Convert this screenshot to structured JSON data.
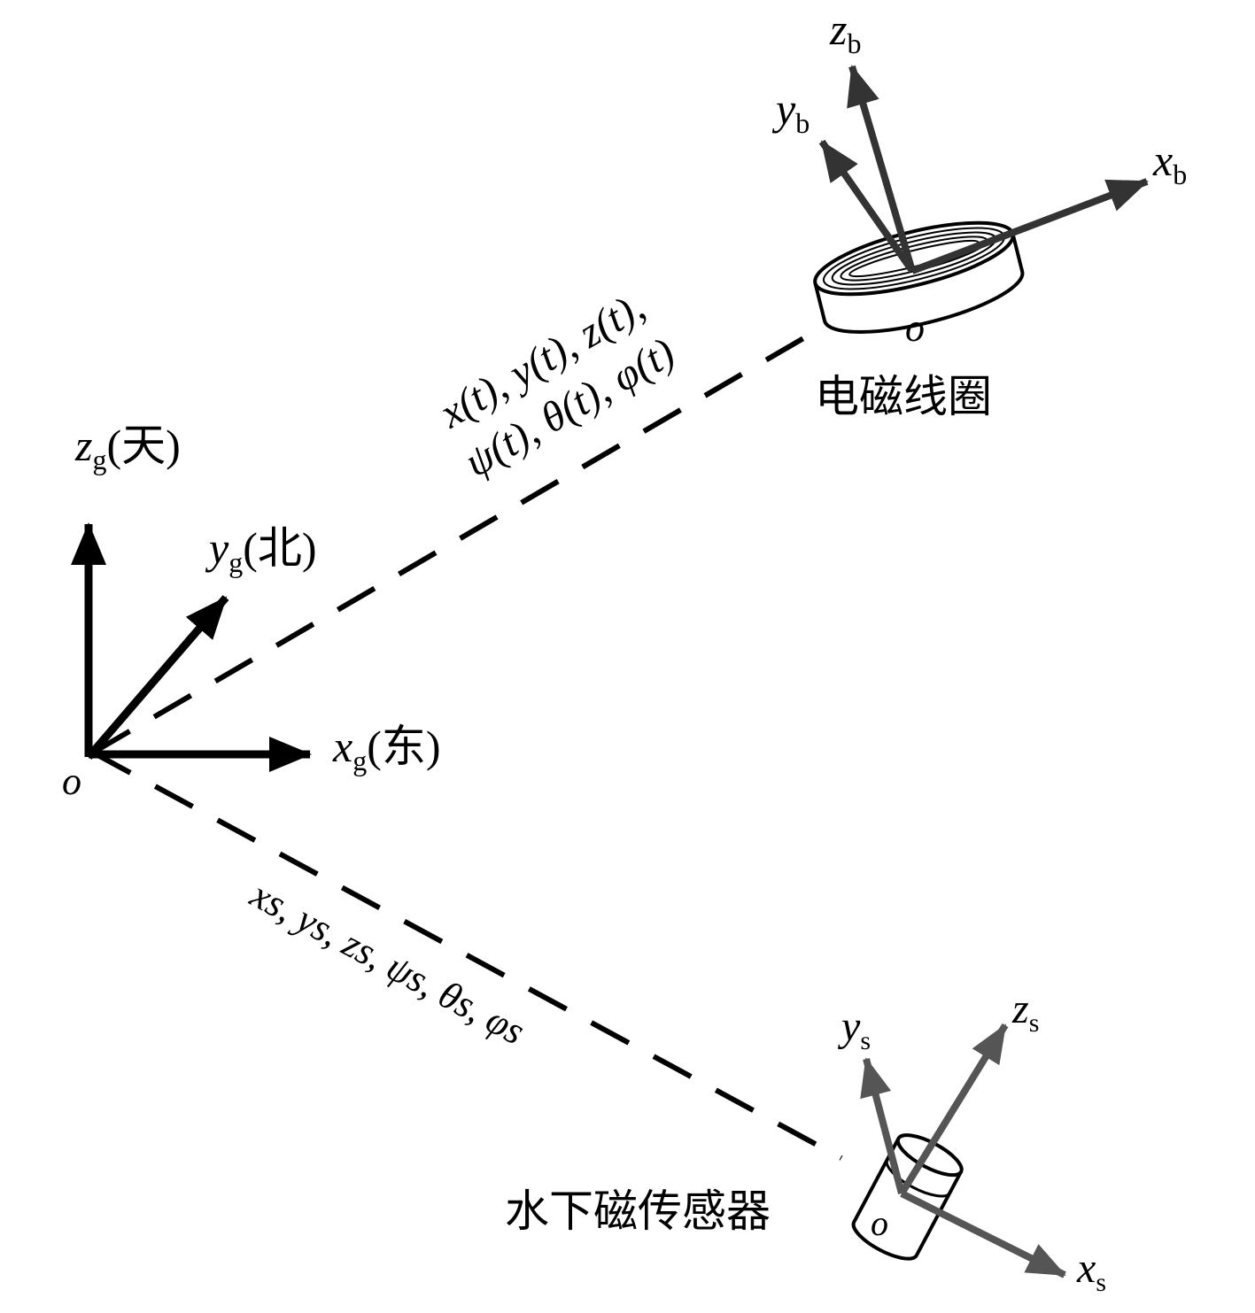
{
  "colors": {
    "ground_frame": "#000000",
    "coil_frame": "#333333",
    "sensor_frame": "#555555",
    "dashed_line": "#000000"
  },
  "ground_frame": {
    "z_axis": {
      "var": "z",
      "sub": "g",
      "dir": "(天)"
    },
    "y_axis": {
      "var": "y",
      "sub": "g",
      "dir": "(北)"
    },
    "x_axis": {
      "var": "x",
      "sub": "g",
      "dir": "(东)"
    },
    "origin": "o"
  },
  "coil": {
    "label": "电磁线圈",
    "origin": "o",
    "z_axis": {
      "var": "z",
      "sub": "b"
    },
    "y_axis": {
      "var": "y",
      "sub": "b"
    },
    "x_axis": {
      "var": "x",
      "sub": "b"
    }
  },
  "sensor": {
    "label": "水下磁传感器",
    "origin": "o",
    "y_axis": {
      "var": "y",
      "sub": "s"
    },
    "z_axis": {
      "var": "z",
      "sub": "s"
    },
    "x_axis": {
      "var": "x",
      "sub": "s"
    }
  },
  "coil_params": {
    "line1": "x(t), y(t), z(t),",
    "line2": "ψ(t), θ(t), φ(t)"
  },
  "sensor_params": {
    "text": "xs, ys, zs, ψs, θs, φs"
  }
}
